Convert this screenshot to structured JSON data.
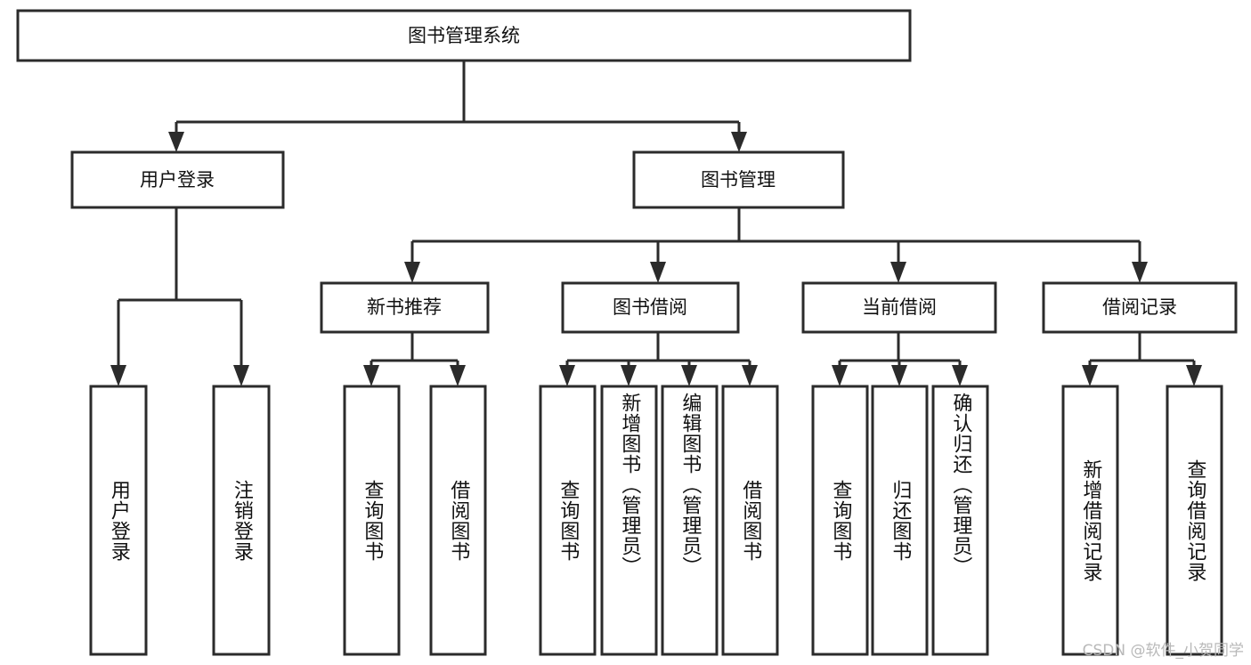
{
  "diagram": {
    "title": "图书管理系统",
    "watermark": "CSDN @软件_小贺同学",
    "colors": {
      "stroke": "#2b2b2b",
      "fill": "#ffffff",
      "text": "#111111",
      "watermark": "#b9b9b9"
    },
    "root": {
      "label": "图书管理系统"
    },
    "level2": [
      {
        "label": "用户登录"
      },
      {
        "label": "图书管理"
      }
    ],
    "level3": [
      {
        "label": "新书推荐"
      },
      {
        "label": "图书借阅"
      },
      {
        "label": "当前借阅"
      },
      {
        "label": "借阅记录"
      }
    ],
    "leaves": {
      "user_login": [
        {
          "label": "用户登录"
        },
        {
          "label": "注销登录"
        }
      ],
      "new_book_recommend": [
        {
          "label": "查询图书"
        },
        {
          "label": "借阅图书"
        }
      ],
      "book_borrow": [
        {
          "label": "查询图书"
        },
        {
          "label": "新增图书（管理员）"
        },
        {
          "label": "编辑图书（管理员）"
        },
        {
          "label": "借阅图书"
        }
      ],
      "current_borrow": [
        {
          "label": "查询图书"
        },
        {
          "label": "归还图书"
        },
        {
          "label": "确认归还（管理员）"
        }
      ],
      "borrow_record": [
        {
          "label": "新增借阅记录"
        },
        {
          "label": "查询借阅记录"
        }
      ]
    }
  }
}
